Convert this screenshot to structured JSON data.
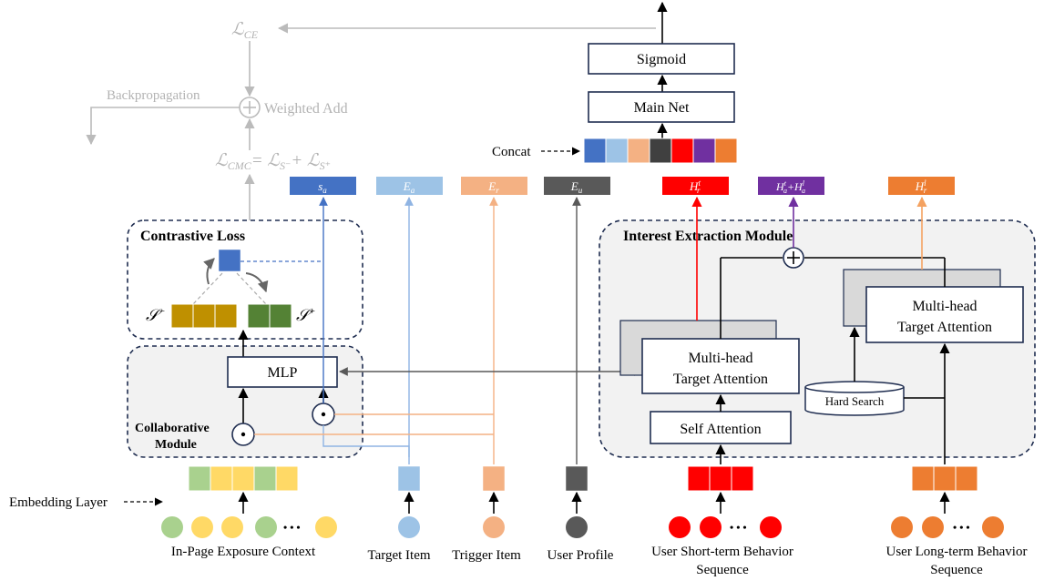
{
  "loss": {
    "ce_main": "ℒ",
    "ce_sub": "CE",
    "cmc_main": "ℒ",
    "cmc_sub": "CMC",
    "cmc_eq": "= ℒ",
    "cmc_sub_neg": "S⁻",
    "cmc_plus": "+ ℒ",
    "cmc_sub_pos": "S⁺",
    "weighted_add": "Weighted Add",
    "backprop": "Backpropagation"
  },
  "output": {
    "sigmoid": "Sigmoid",
    "main_net": "Main Net",
    "concat": "Concat",
    "concat_colors": [
      "#4472c4",
      "#9dc3e6",
      "#f4b183",
      "#404040",
      "#ff0000",
      "#7030a0",
      "#ed7d31"
    ]
  },
  "features": {
    "s_a": {
      "main": "s",
      "sub": "a",
      "sup": "",
      "color": "#4472c4"
    },
    "e_a": {
      "main": "E",
      "sub": "a",
      "sup": "",
      "color": "#9dc3e6"
    },
    "e_r": {
      "main": "E",
      "sub": "r",
      "sup": "",
      "color": "#f4b183"
    },
    "e_u": {
      "main": "E",
      "sub": "u",
      "sup": "",
      "color": "#595959"
    },
    "h_rt": {
      "main": "H",
      "sub": "r",
      "sup": "t",
      "color": "#ff0000"
    },
    "h_sum": {
      "main": "H",
      "sub": "a",
      "sup": "t",
      "plus": "+H",
      "sub2": "a",
      "sup2": "l",
      "color": "#7030a0"
    },
    "h_rl": {
      "main": "H",
      "sub": "r",
      "sup": "l",
      "color": "#ed7d31"
    }
  },
  "contrastive": {
    "title": "Contrastive Loss",
    "neg_label": "𝒮",
    "neg_sup": "−",
    "pos_label": "𝒮",
    "pos_sup": "+",
    "anchor_color": "#4472c4",
    "neg_color": "#bf9000",
    "pos_color": "#548235"
  },
  "collab": {
    "mlp": "MLP",
    "title_line1": "Collaborative",
    "title_line2": "Module"
  },
  "interest": {
    "title": "Interest Extraction Module",
    "mhta_left_1": "Multi-head",
    "mhta_left_2": "Target Attention",
    "self_attention": "Self Attention",
    "mhta_right_1": "Multi-head",
    "mhta_right_2": "Target Attention",
    "hard_search": "Hard Search"
  },
  "embedding": {
    "label": "Embedding Layer",
    "context_colors": [
      "#a9d18e",
      "#ffd966",
      "#ffd966",
      "#a9d18e",
      "#ffd966"
    ],
    "target_color": "#9dc3e6",
    "trigger_color": "#f4b183",
    "user_color": "#595959",
    "short_color": "#ff0000",
    "long_color": "#ed7d31"
  },
  "inputs": {
    "context_label": "In-Page Exposure Context",
    "context_dot_colors": [
      "#a9d18e",
      "#ffd966",
      "#ffd966",
      "#a9d18e",
      "#ffd966"
    ],
    "target_label": "Target Item",
    "trigger_label": "Trigger Item",
    "user_label": "User Profile",
    "short_label_1": "User Short-term Behavior",
    "short_label_2": "Sequence",
    "long_label_1": "User Long-term Behavior",
    "long_label_2": "Sequence",
    "ellipsis": "• • •"
  }
}
